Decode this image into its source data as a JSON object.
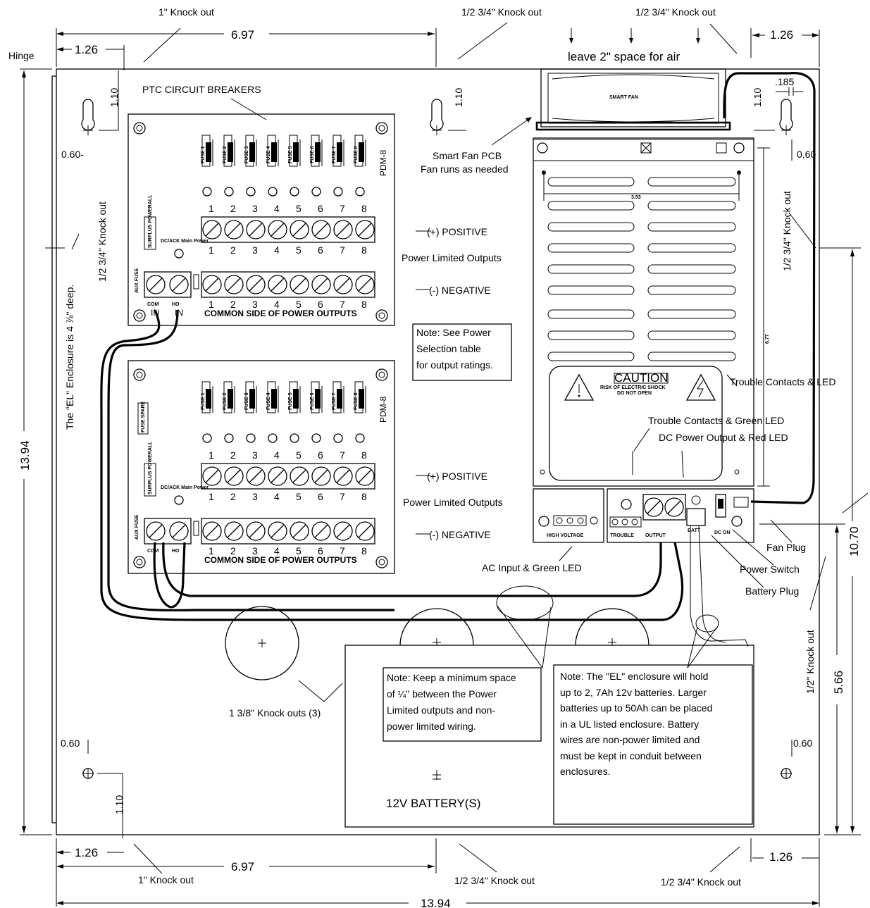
{
  "labels": {
    "knockout_1in": "1\" Knock out",
    "knockout_half_3q": "1/2 3/4\" Knock out",
    "knockout_half_in": "1/2\" Knock out",
    "knockout_1_3_8": "1 3/8\" Knock outs (3)",
    "hinge": "Hinge",
    "air_space": "leave 2\" space for air",
    "ptc_breakers": "PTC CIRCUIT BREAKERS",
    "smart_fan_pcb": "Smart Fan PCB",
    "fan_runs": "Fan runs as needed",
    "smart_fan": "SMART FAN",
    "positive": "(+) POSITIVE",
    "negative": "(-) NEGATIVE",
    "power_limited_outputs": "Power Limited Outputs",
    "enclosure_depth": "The \"EL\" Enclosure is 4 ⅞\" deep.",
    "trouble_contacts_led": "Trouble Contacts & LED",
    "trouble_contacts_green": "Trouble Contacts & Green LED",
    "dc_power_output_red": "DC Power Output & Red LED",
    "ac_input_green": "AC Input & Green LED",
    "fan_plug": "Fan Plug",
    "power_switch": "Power Switch",
    "battery_plug": "Battery Plug",
    "battery": "12V BATTERY(S)",
    "common_side": "COMMON SIDE OF POWER OUTPUTS",
    "pdm_label": "PDM-8",
    "caution": "CAUTION",
    "caution_sub1": "RISK OF ELECTRIC SHOCK",
    "caution_sub2": "DO NOT OPEN",
    "high_voltage": "HIGH VOLTAGE",
    "trouble": "TROUBLE",
    "output": "OUTPUT",
    "batt": "BATT",
    "dc_on": "DC ON",
    "in_label": "IN",
    "com_label": "COM",
    "ho_label": "HO",
    "main_power": "DC/ACK Main Power",
    "jumper_label": "SURPLUS POWERALL",
    "fuse_label": "FUSE SPARE",
    "aux_label": "AUX FUSE"
  },
  "notes": {
    "power_selection": "Note: See Power\nSelection table\nfor output ratings.",
    "min_space": "Note: Keep a minimum space\nof ¼\" between the Power\nLimited outputs and non-\npower limited wiring.",
    "batteries": "Note: The \"EL\" enclosure will hold\nup to 2, 7Ah 12v batteries.  Larger\nbatteries up to 50Ah can be placed\nin a UL listed enclosure.  Battery\nwires are non-power limited and\nmust be kept in conduit between\nenclosures."
  },
  "dimensions": {
    "d_1_26": "1.26",
    "d_6_97": "6.97",
    "d_13_94": "13.94",
    "d_1_10": "1.10",
    "d_0_60": "0.60",
    "d_0_60_dash": "0.60-",
    "d_185": ".185",
    "d_3_53": "3.53",
    "d_6_77": "6.77",
    "d_10_70": "10.70",
    "d_5_66": "5.66"
  },
  "terminal_numbers": [
    "1",
    "2",
    "3",
    "4",
    "5",
    "6",
    "7",
    "8"
  ],
  "fuse_labels": [
    "FUSE 1",
    "FUSE 2",
    "FUSE 3",
    "FUSE 4",
    "FUSE 5",
    "FUSE 6",
    "FUSE 7",
    "FUSE 8"
  ]
}
